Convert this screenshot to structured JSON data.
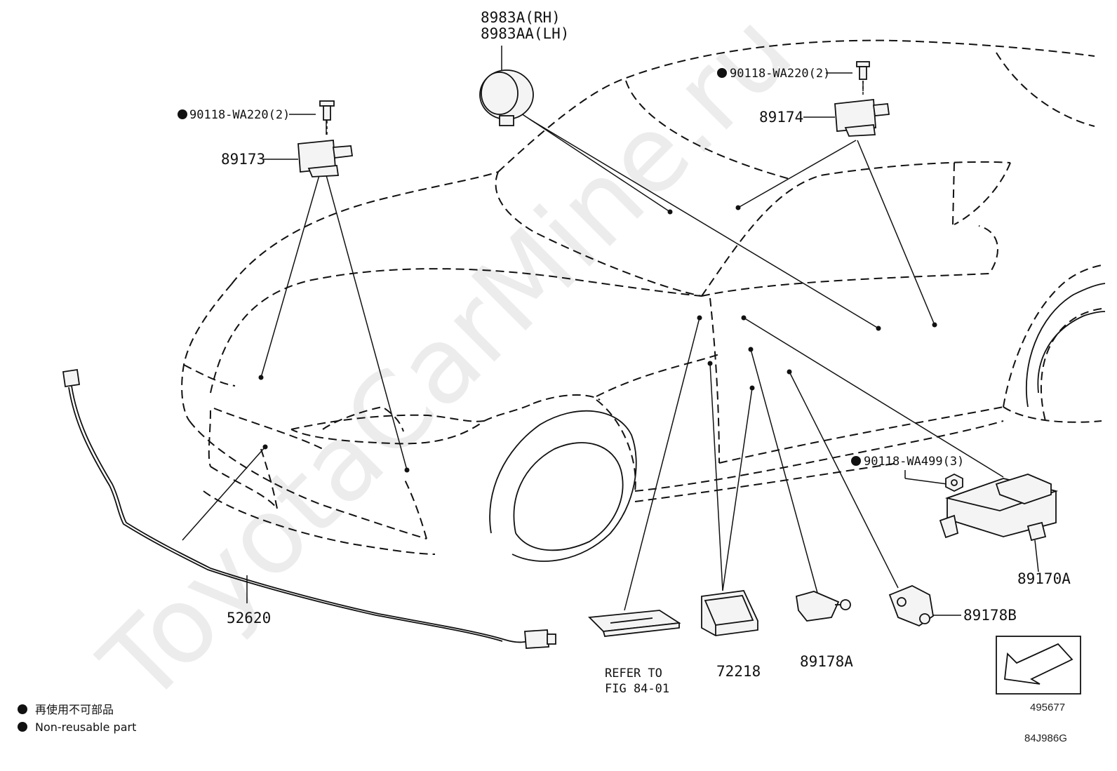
{
  "watermark": "ToyotaCarMine.ru",
  "parts": {
    "p8983A": [
      "8983A(RH)",
      "8983AA(LH)"
    ],
    "bolt_left": "90118-WA220(2)",
    "bolt_right": "90118-WA220(2)",
    "p89173": "89173",
    "p89174": "89174",
    "nut": "90118-WA499(3)",
    "p89170A": "89170A",
    "p52620": "52620",
    "refer": [
      "REFER TO",
      "FIG 84-01"
    ],
    "p72218": "72218",
    "p89178A": "89178A",
    "p89178B": "89178B"
  },
  "legend": {
    "line1": "再使用不可部品",
    "line2": "Non-reusable part"
  },
  "refbox_code": "495677",
  "diagram_code": "84J986G"
}
